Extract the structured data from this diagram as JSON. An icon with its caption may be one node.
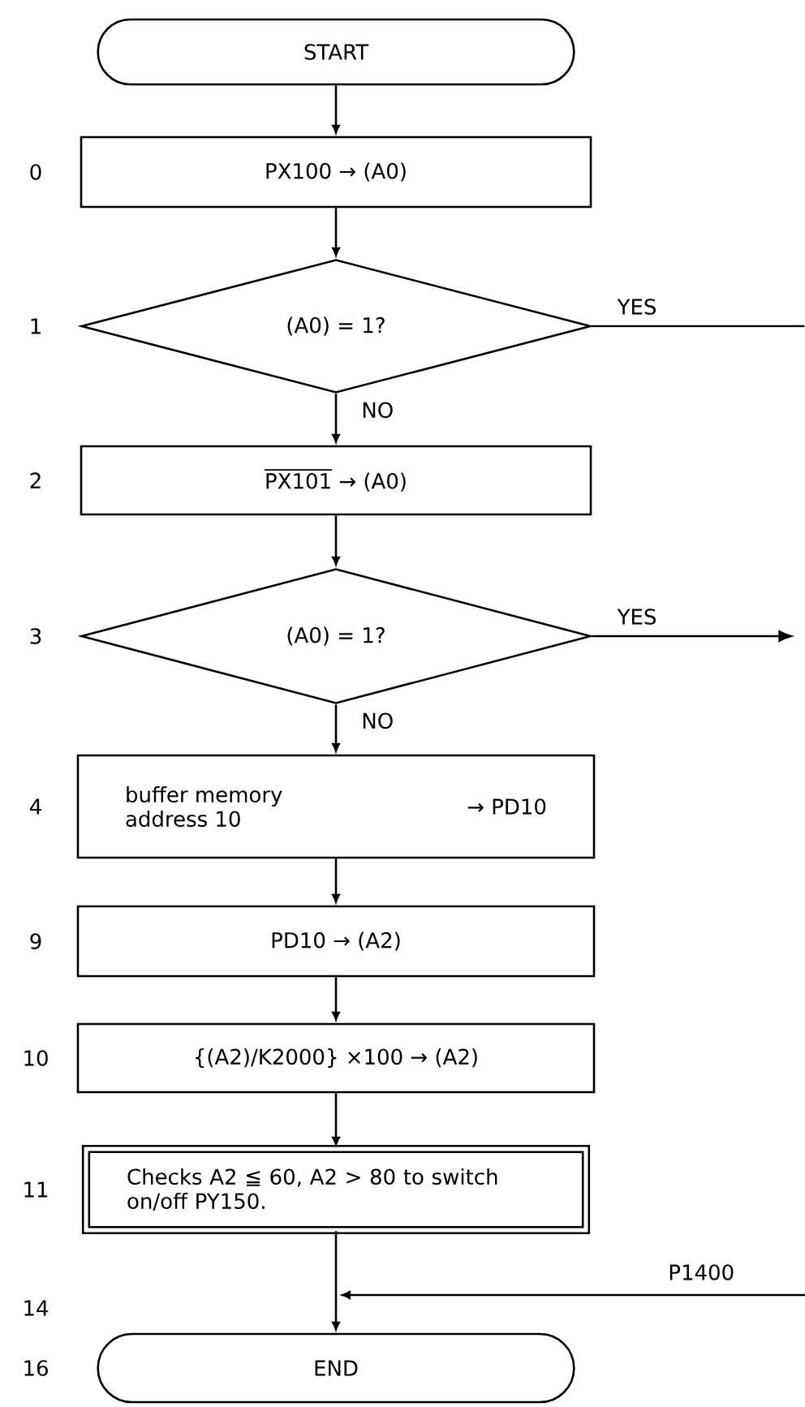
{
  "diagram": {
    "nodes": [
      {
        "text": [
          "START"
        ]
      },
      {
        "text": [
          "PX100 → (A0)"
        ],
        "beside": [
          "0"
        ]
      },
      {
        "text": [
          "(A0) = 1?"
        ],
        "beside": [
          "1"
        ]
      },
      {
        "text": [
          "PX101",
          "→ (A0)"
        ],
        "beside": [
          "2"
        ]
      },
      {
        "text": [
          "(A0) = 1?"
        ],
        "beside": [
          "3"
        ]
      },
      {
        "text": [
          "buffer memory address 10",
          "→ PD10"
        ],
        "beside": [
          "4"
        ]
      },
      {
        "text": [
          "PD10 → (A2)"
        ],
        "beside": [
          "9"
        ]
      },
      {
        "text": [
          "{(A2)/K2000} ×100 → (A2)"
        ],
        "beside": [
          "10"
        ]
      },
      {
        "text": [
          "Checks A2 ≦ 60, A2 > 80 to switch on/off PY150."
        ],
        "beside": [
          "11"
        ]
      },
      {
        "text": [
          "END"
        ],
        "beside": [
          "16"
        ]
      }
    ],
    "edges": [
      {
        "from": 0,
        "to": 1,
        "arrow": "to"
      },
      {
        "from": 1,
        "to": 2,
        "arrow": "to"
      },
      {
        "from": 2,
        "to": null,
        "arrow": "none",
        "label": "YES"
      },
      {
        "from": 2,
        "to": 3,
        "arrow": "to",
        "label": "NO"
      },
      {
        "from": 3,
        "to": 4,
        "arrow": "to"
      },
      {
        "from": 4,
        "to": null,
        "arrow": "to",
        "label": "YES"
      },
      {
        "from": 4,
        "to": 5,
        "arrow": "to",
        "label": "NO"
      },
      {
        "from": 5,
        "to": 6,
        "arrow": "to"
      },
      {
        "from": 6,
        "to": 7,
        "arrow": "to"
      },
      {
        "from": 7,
        "to": 8,
        "arrow": "to"
      },
      {
        "from": 8,
        "to": 9,
        "arrow": "to"
      },
      {
        "from": null,
        "to": 9,
        "arrow": "to",
        "label": "P1400"
      }
    ],
    "labels": [
      "14"
    ]
  }
}
